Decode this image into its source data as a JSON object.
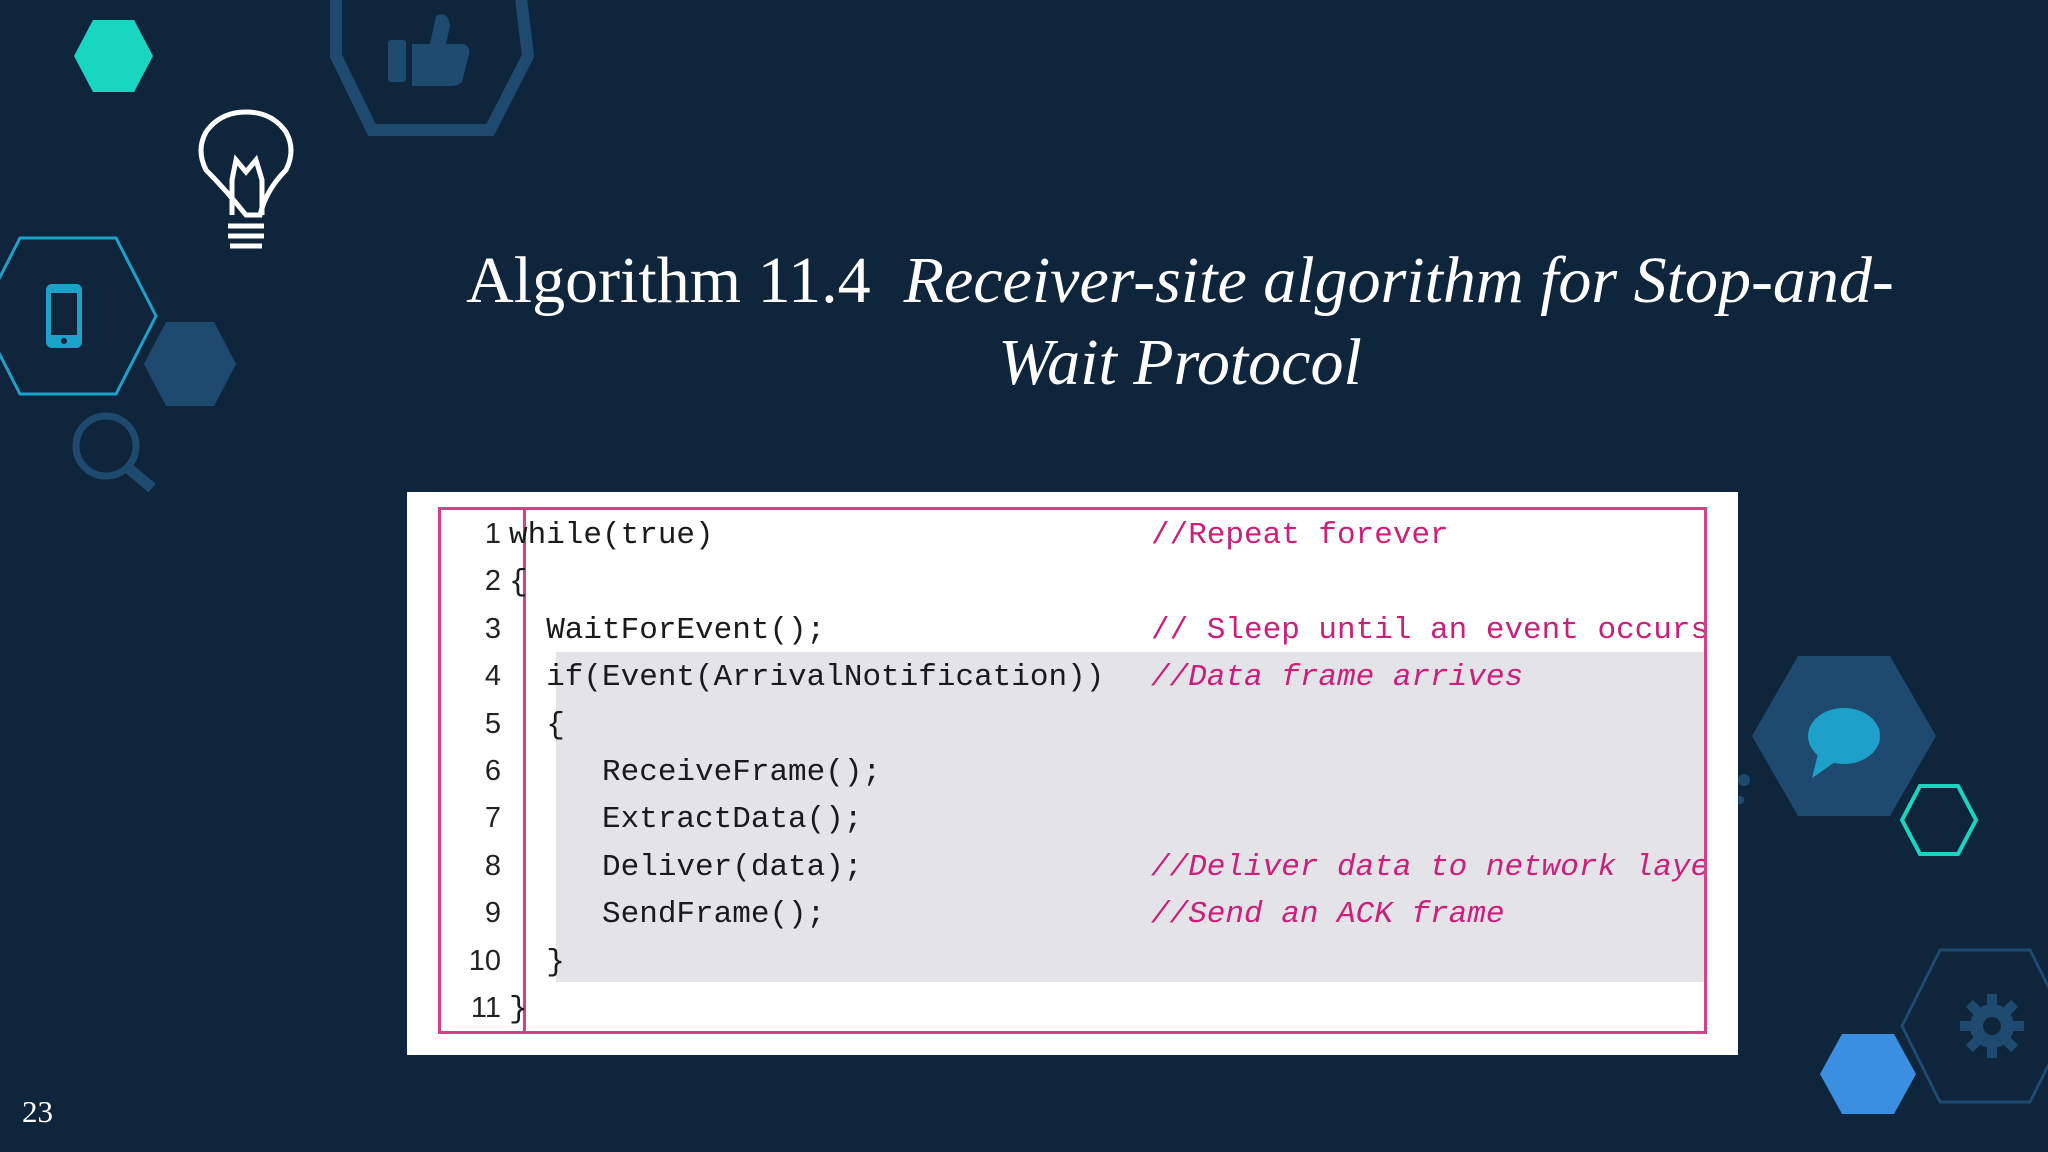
{
  "slide": {
    "title_prefix": "Algorithm 11.4",
    "title_italic": "Receiver-site algorithm for Stop-and-Wait Protocol",
    "page_number": "23"
  },
  "code": {
    "lines": [
      {
        "num": "1",
        "code": "while(true)",
        "comment": "//Repeat forever"
      },
      {
        "num": "2",
        "code": "{",
        "comment": ""
      },
      {
        "num": "3",
        "code": "  WaitForEvent();",
        "comment": "// Sleep until an event occurs"
      },
      {
        "num": "4",
        "code": "  if(Event(ArrivalNotification))",
        "comment": "//Data frame arrives"
      },
      {
        "num": "5",
        "code": "  {",
        "comment": ""
      },
      {
        "num": "6",
        "code": "     ReceiveFrame();",
        "comment": ""
      },
      {
        "num": "7",
        "code": "     ExtractData();",
        "comment": ""
      },
      {
        "num": "8",
        "code": "     Deliver(data);",
        "comment": "//Deliver data to network layer"
      },
      {
        "num": "9",
        "code": "     SendFrame();",
        "comment": "//Send an ACK frame"
      },
      {
        "num": "10",
        "code": "  }",
        "comment": ""
      },
      {
        "num": "11",
        "code": "}",
        "comment": ""
      }
    ]
  },
  "decorations": {
    "icons": [
      "thumbs-up-icon",
      "light-bulb-icon",
      "mobile-phone-icon",
      "magnifier-icon",
      "chat-bubble-icon",
      "gear-icon"
    ],
    "colors": {
      "background": "#0f253b",
      "teal": "#19d6c1",
      "blue": "#1f4a70",
      "bright-blue": "#3a8fe0",
      "border": "#d93f86",
      "comment": "#cc1f7a"
    }
  }
}
